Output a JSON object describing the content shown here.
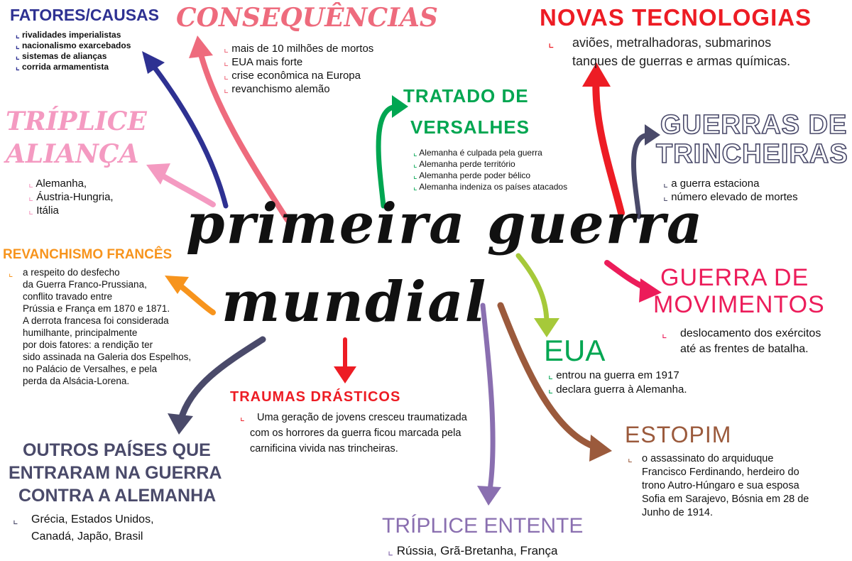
{
  "center": {
    "line1": "primeira guerra",
    "line2": "mundial"
  },
  "fatores": {
    "title": "FATORES/CAUSAS",
    "items": [
      "rivalidades imperialistas",
      "nacionalismo exarcebados",
      "sistemas de alianças",
      "corrida armamentista"
    ]
  },
  "consequencias": {
    "title": "CONSEQUÊNCIAS",
    "items": [
      "mais de 10 milhões de mortos",
      "EUA mais forte",
      "crise econômica na Europa",
      "revanchismo alemão"
    ]
  },
  "novas": {
    "title": "NOVAS TECNOLOGIAS",
    "lines": [
      "aviões, metralhadoras, submarinos",
      "tanques de guerras e armas químicas."
    ]
  },
  "triplice_alianca": {
    "title1": "TRÍPLICE",
    "title2": "ALIANÇA",
    "items": [
      "Alemanha,",
      "Áustria-Hungria,",
      "Itália"
    ]
  },
  "tratado": {
    "title1": "TRATADO DE",
    "title2": "VERSALHES",
    "items": [
      "Alemanha é culpada pela guerra",
      "Alemanha perde território",
      "Alemanha perde poder bélico",
      "Alemanha indeniza os países atacados"
    ]
  },
  "trincheiras": {
    "title1": "GUERRAS DE",
    "title2": "TRINCHEIRAS",
    "items": [
      "a guerra estaciona",
      "número elevado de mortes"
    ]
  },
  "revanchismo": {
    "title": "REVANCHISMO FRANCÊS",
    "lines": [
      "a respeito do desfecho",
      "da Guerra Franco-Prussiana,",
      "conflito travado entre",
      "Prússia e França em 1870 e 1871.",
      "A derrota francesa foi considerada",
      " humilhante, principalmente",
      "por dois fatores: a rendição ter",
      "sido assinada na Galeria dos Espelhos,",
      "no Palácio de Versalhes, e pela",
      "perda da Alsácia-Lorena."
    ]
  },
  "movimentos": {
    "title1": "GUERRA DE",
    "title2": "MOVIMENTOS",
    "lines": [
      "deslocamento dos exércitos",
      "até as frentes de batalha."
    ]
  },
  "eua": {
    "title": "EUA",
    "items": [
      "entrou na guerra em 1917",
      "declara guerra à Alemanha."
    ]
  },
  "traumas": {
    "title": "TRAUMAS DRÁSTICOS",
    "lines": [
      "Uma geração de jovens cresceu traumatizada",
      "com os horrores da guerra ficou marcada pela",
      "carnificina vivida nas trincheiras."
    ]
  },
  "outros": {
    "title1": "OUTROS PAÍSES QUE",
    "title2": "ENTRARAM NA GUERRA",
    "title3": "CONTRA A ALEMANHA",
    "lines": [
      "Grécia, Estados Unidos,",
      "Canadá, Japão, Brasil"
    ]
  },
  "estopim": {
    "title": "ESTOPIM",
    "lines": [
      "o assassinato do arquiduque",
      "Francisco Ferdinando, herdeiro do",
      "trono Autro-Húngaro e sua esposa",
      "Sofia em Sarajevo, Bósnia em 28 de",
      "Junho de 1914."
    ]
  },
  "entente": {
    "title": "TRÍPLICE ENTENTE",
    "items": [
      "Rússia, Grã-Bretanha, França"
    ]
  },
  "colors": {
    "fatores": "#2e3192",
    "consequencias": "#ee6b7d",
    "novas": "#ed1c24",
    "alianca": "#f49ac1",
    "tratado": "#00a651",
    "trincheiras": "#4a4a6a",
    "revanchismo": "#f7941d",
    "movimentos": "#ec1c5a",
    "eua": "#00a651",
    "eua_arrow": "#a6c93a",
    "traumas": "#ed1c24",
    "outros": "#4a4a6a",
    "estopim": "#9b5a3c",
    "entente": "#8a6fb0"
  }
}
